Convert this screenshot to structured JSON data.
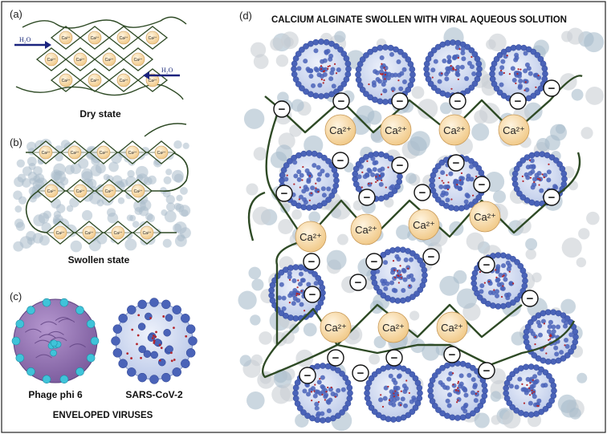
{
  "colors": {
    "chain": "#2e4a25",
    "ion_fill": "#f5d9a6",
    "ion_stroke": "#c99b5a",
    "water_blob": "#a9bccb",
    "virus": "#4a63b8",
    "virus_light": "#c7d2ec",
    "phage": "#8f6fb0",
    "phage_spike": "#3fc3d9",
    "arrow": "#1a237e",
    "border": "#222222"
  },
  "panels": {
    "a": {
      "letter": "(a)",
      "caption": "Dry state",
      "water_left": "H₂O",
      "water_right": "H₂O",
      "ion": "Ca²⁺"
    },
    "b": {
      "letter": "(b)",
      "caption": "Swollen state",
      "ion": "Ca²⁺"
    },
    "c": {
      "letter": "(c)",
      "virus1": "Phage phi 6",
      "virus2": "SARS-CoV-2",
      "caption": "ENVELOPED VIRUSES"
    },
    "d": {
      "letter": "(d)",
      "title": "CALCIUM ALGINATE SWOLLEN WITH VIRAL AQUEOUS SOLUTION",
      "ion": "Ca²⁺",
      "charge": "−"
    }
  }
}
